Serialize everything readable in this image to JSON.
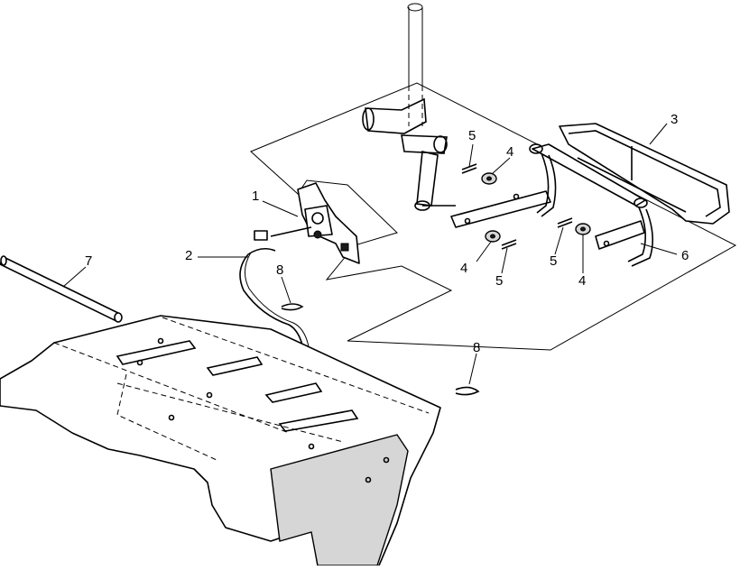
{
  "callouts": [
    {
      "id": "1",
      "label": "1"
    },
    {
      "id": "2",
      "label": "2"
    },
    {
      "id": "3",
      "label": "3"
    },
    {
      "id": "4a",
      "label": "4"
    },
    {
      "id": "4b",
      "label": "4"
    },
    {
      "id": "4c",
      "label": "4"
    },
    {
      "id": "5a",
      "label": "5"
    },
    {
      "id": "5b",
      "label": "5"
    },
    {
      "id": "5c",
      "label": "5"
    },
    {
      "id": "6",
      "label": "6"
    },
    {
      "id": "7",
      "label": "7"
    },
    {
      "id": "8a",
      "label": "8"
    },
    {
      "id": "8b",
      "label": "8"
    }
  ]
}
